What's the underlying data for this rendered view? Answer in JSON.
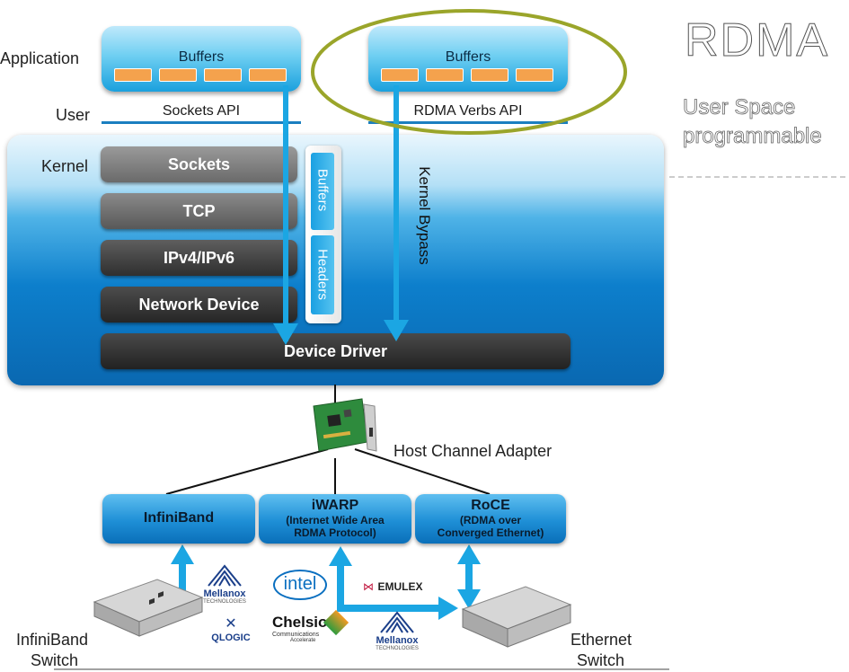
{
  "labels": {
    "application": "Application",
    "user": "User",
    "kernel": "Kernel",
    "kernel_bypass": "Kernel Bypass",
    "host_channel_adapter": "Host Channel Adapter",
    "infiniband_switch_1": "InfiniBand",
    "infiniband_switch_2": "Switch",
    "ethernet_switch_1": "Ethernet",
    "ethernet_switch_2": "Switch"
  },
  "buffers_left": {
    "title": "Buffers",
    "api": "Sockets API"
  },
  "buffers_right": {
    "title": "Buffers",
    "api": "RDMA Verbs API"
  },
  "kernel_layers": [
    "Sockets",
    "TCP",
    "IPv4/IPv6",
    "Network Device"
  ],
  "side_tabs": [
    "Buffers",
    "Headers"
  ],
  "device_driver": "Device Driver",
  "protocols": {
    "infiniband": {
      "title": "InfiniBand"
    },
    "iwarp": {
      "title": "iWARP",
      "sub1": "(Internet Wide Area",
      "sub2": "RDMA Protocol)"
    },
    "roce": {
      "title": "RoCE",
      "sub1": "(RDMA over",
      "sub2": "Converged Ethernet)"
    }
  },
  "vendors": {
    "mellanox": "Mellanox",
    "mellanox_sub": "TECHNOLOGIES",
    "qlogic": "QLOGIC",
    "intel": "intel",
    "chelsio": "Chelsio",
    "chelsio_sub1": "Communications",
    "chelsio_sub2": "Accelerate",
    "emulex": "EMULEX"
  },
  "side_notes": {
    "title": "RDMA",
    "line1": "User Space",
    "line2": "programmable"
  },
  "colors": {
    "accent_blue": "#1b9fe0",
    "highlight_ellipse": "#9aa52a",
    "buffer_slot": "#f4a24d"
  }
}
